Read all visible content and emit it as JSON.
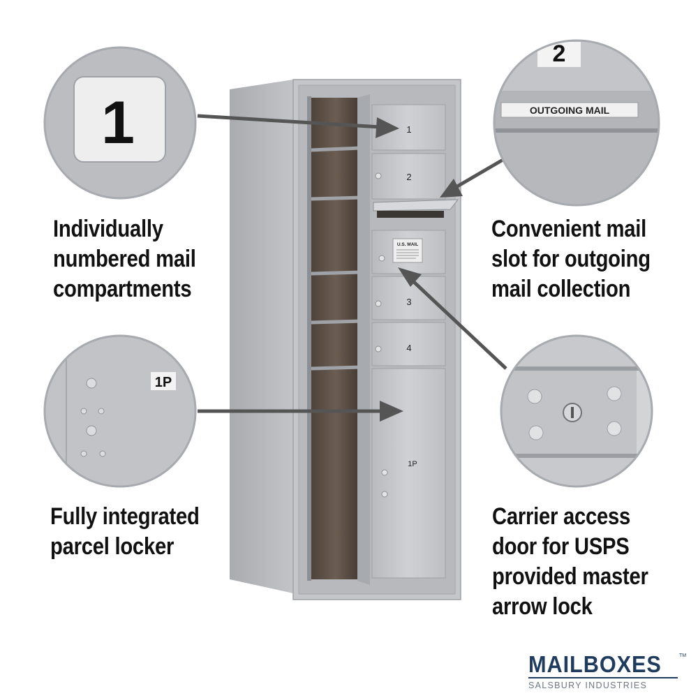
{
  "callouts": {
    "numbered": "Individually\nnumbered mail\ncompartments",
    "outgoing": "Convenient mail\nslot for outgoing\nmail collection",
    "parcel": "Fully integrated\nparcel locker",
    "carrier": "Carrier access\ndoor for USPS\nprovided master\narrow lock"
  },
  "labels": {
    "compartment_1": "1",
    "compartment_2": "2",
    "compartment_3": "3",
    "compartment_4": "4",
    "parcel": "1P",
    "outgoing_mail": "OUTGOING MAIL",
    "us_mail": "U.S. MAIL"
  },
  "brand": {
    "name": "MAILBOXES",
    "trademark": "TM",
    "subtitle": "SALSBURY INDUSTRIES",
    "color": "#1f3b5e"
  },
  "colors": {
    "aluminum": "#c7c9cc",
    "circle_fill": "#b9bcc0",
    "arrow": "#555555"
  }
}
